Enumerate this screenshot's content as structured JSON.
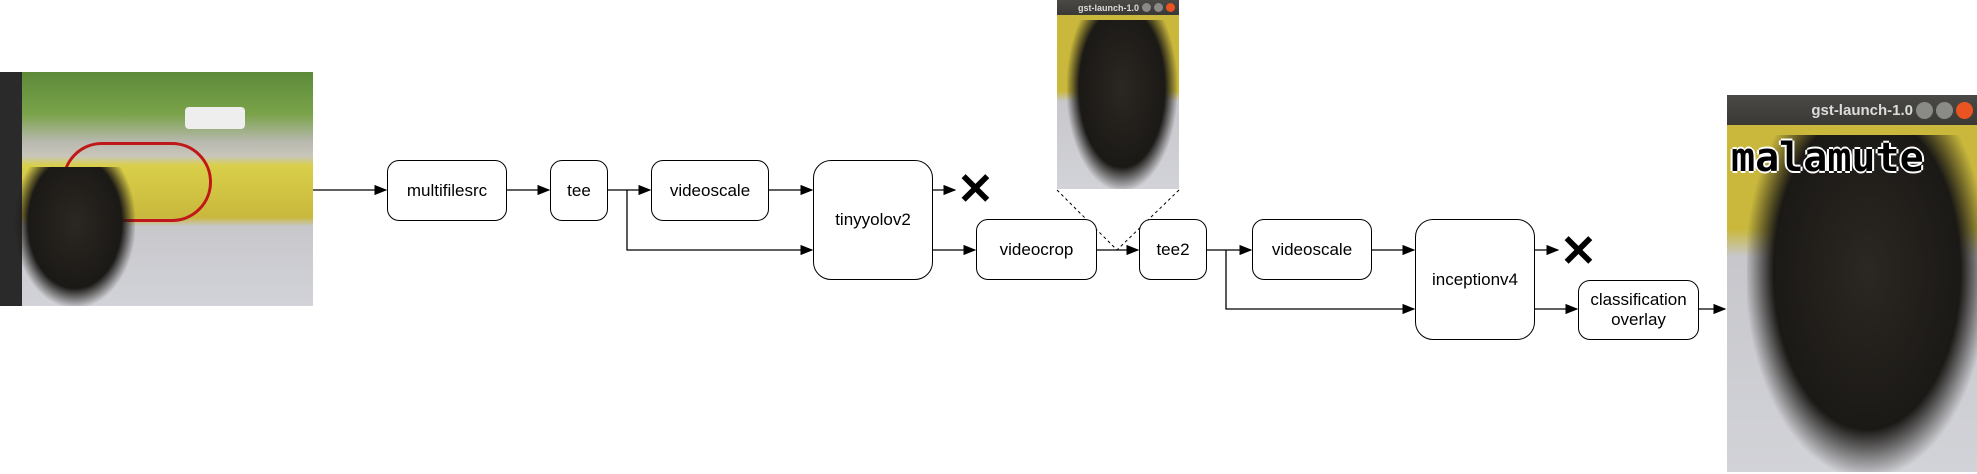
{
  "nodes": {
    "multifilesrc": "multifilesrc",
    "tee": "tee",
    "videoscale1": "videoscale",
    "tinyyolov2": "tinyyolov2",
    "videocrop": "videocrop",
    "tee2": "tee2",
    "videoscale2": "videoscale",
    "inceptionv4": "inceptionv4",
    "classification_overlay": "classification\noverlay"
  },
  "crop_window": {
    "title": "gst-launch-1.0"
  },
  "output_window": {
    "title": "gst-launch-1.0",
    "overlay_label": "malamute"
  },
  "icons": {
    "discard": "x-mark-icon"
  }
}
